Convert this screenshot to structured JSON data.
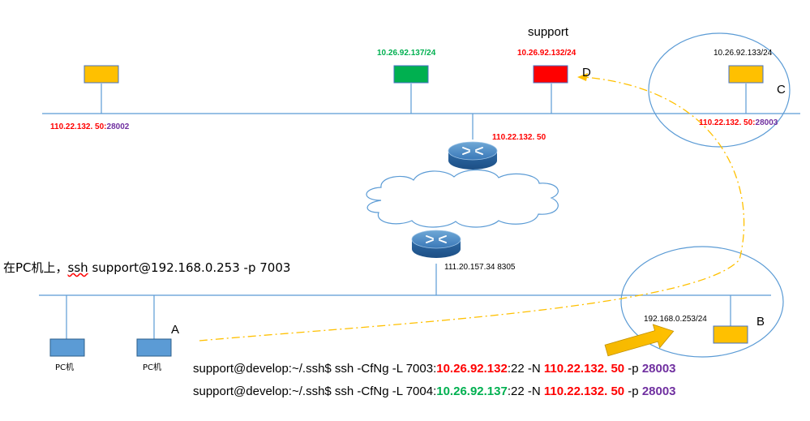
{
  "colors": {
    "line": "#5b9bd5",
    "orange_box": "#ffc000",
    "green_box": "#00b050",
    "red_box": "#ff0000",
    "blue_box": "#5b9bd5",
    "red_text": "#ff0000",
    "green_text": "#00b050",
    "purple_text": "#7030a0",
    "arrow_orange": "#ffc000"
  },
  "icons": {
    "router": "router-icon",
    "cloud": "cloud-icon",
    "host": "host-box",
    "pc": "pc-box"
  },
  "top_network": {
    "support_label": "support",
    "green_host_ip": "10.26.92.137/24",
    "red_host_ip": "10.26.92.132/24",
    "node_d": "D",
    "node_c": "C",
    "c_host_ip": "10.26.92.133/24",
    "left_port_ip": "110.22.132. 50:",
    "left_port_num": "28002",
    "right_port_ip": "110.22.132. 50:",
    "right_port_num": "28003",
    "router_ip": "110.22.132. 50"
  },
  "bottom_network": {
    "router_ip": "111.20.157.34  8305",
    "instruction_prefix": "在PC机上，",
    "instruction_ssh": "ssh",
    "instruction_rest": "  support@192.168.0.253 -p 7003",
    "node_a": "A",
    "node_b": "B",
    "b_host_ip": "192.168.0.253/24",
    "pc1": "PC机",
    "pc2": "PC机"
  },
  "commands": [
    {
      "prefix": "support@develop:~/.ssh$ ssh -CfNg -L  7003:",
      "target_ip": "10.26.92.132",
      "middle": ":22 -N ",
      "server": "110.22.132. 50",
      "port_flag": " -p ",
      "port": "28003"
    },
    {
      "prefix": "support@develop:~/.ssh$ ssh -CfNg -L  7004:",
      "target_ip": "10.26.92.137",
      "middle": ":22 -N ",
      "server": "110.22.132. 50",
      "port_flag": " -p ",
      "port": "28003"
    }
  ]
}
